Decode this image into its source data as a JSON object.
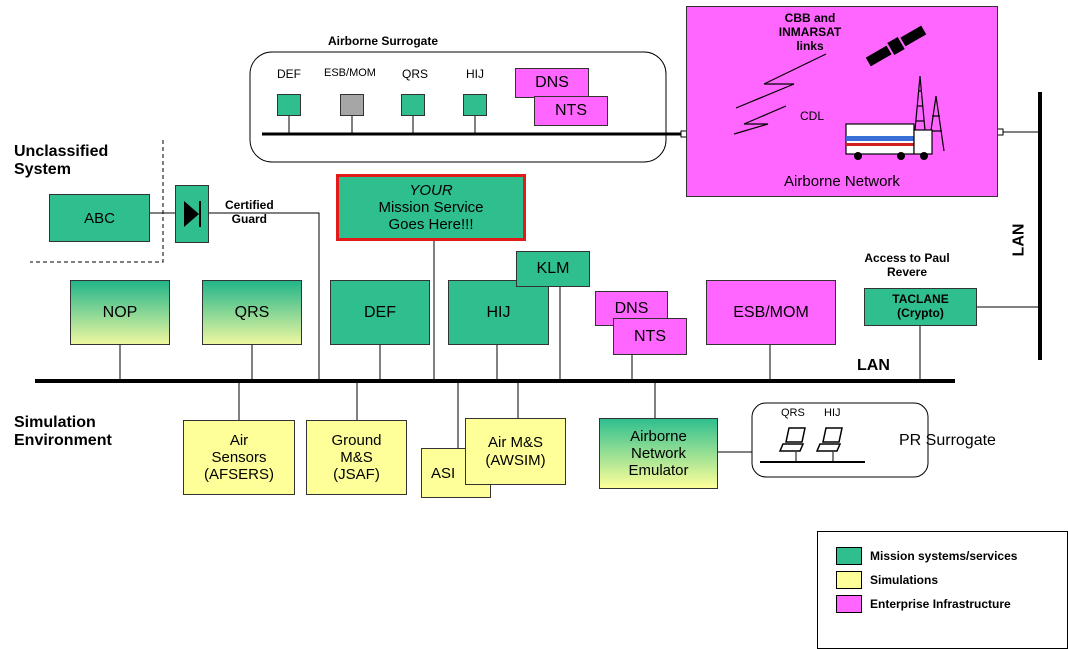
{
  "colors": {
    "mission": "#2fbf8f",
    "simulation": "#ffff99",
    "enterprise": "#ff66ff",
    "gray": "#a6a6a6",
    "highlight": "#ff0000"
  },
  "surrogate": {
    "title": "Airborne Surrogate",
    "labels": [
      "DEF",
      "ESB/MOM",
      "QRS",
      "HIJ"
    ],
    "dns": "DNS",
    "nts": "NTS"
  },
  "airborne": {
    "links": "CBB and\nINMARSAT\nlinks",
    "cdl": "CDL",
    "title": "Airborne Network"
  },
  "unclassified": {
    "title": "Unclassified\nSystem",
    "abc": "ABC",
    "guard": "Certified\nGuard"
  },
  "mission_service": {
    "your": "YOUR",
    "text": "Mission Service\nGoes Here!!!"
  },
  "lan_label": "LAN",
  "lan_vertical_label": "LAN",
  "nodes": {
    "nop": "NOP",
    "qrs": "QRS",
    "def": "DEF",
    "hij": "HIJ",
    "klm": "KLM",
    "dns": "DNS",
    "nts": "NTS",
    "esb": "ESB/MOM",
    "access": "Access to Paul\nRevere",
    "taclane": "TACLANE\n(Crypto)"
  },
  "simulation": {
    "title": "Simulation\nEnvironment",
    "air_sensors": "Air\nSensors\n(AFSERS)",
    "ground": "Ground\nM&S\n(JSAF)",
    "asi": "ASI",
    "awsim": "Air M&S\n(AWSIM)",
    "emulator": "Airborne\nNetwork\nEmulator"
  },
  "pr": {
    "qrs": "QRS",
    "hij": "HIJ",
    "title": "PR Surrogate"
  },
  "legend": [
    {
      "label": "Mission systems/services",
      "color": "#2fbf8f"
    },
    {
      "label": "Simulations",
      "color": "#ffff99"
    },
    {
      "label": "Enterprise Infrastructure",
      "color": "#ff66ff"
    }
  ]
}
